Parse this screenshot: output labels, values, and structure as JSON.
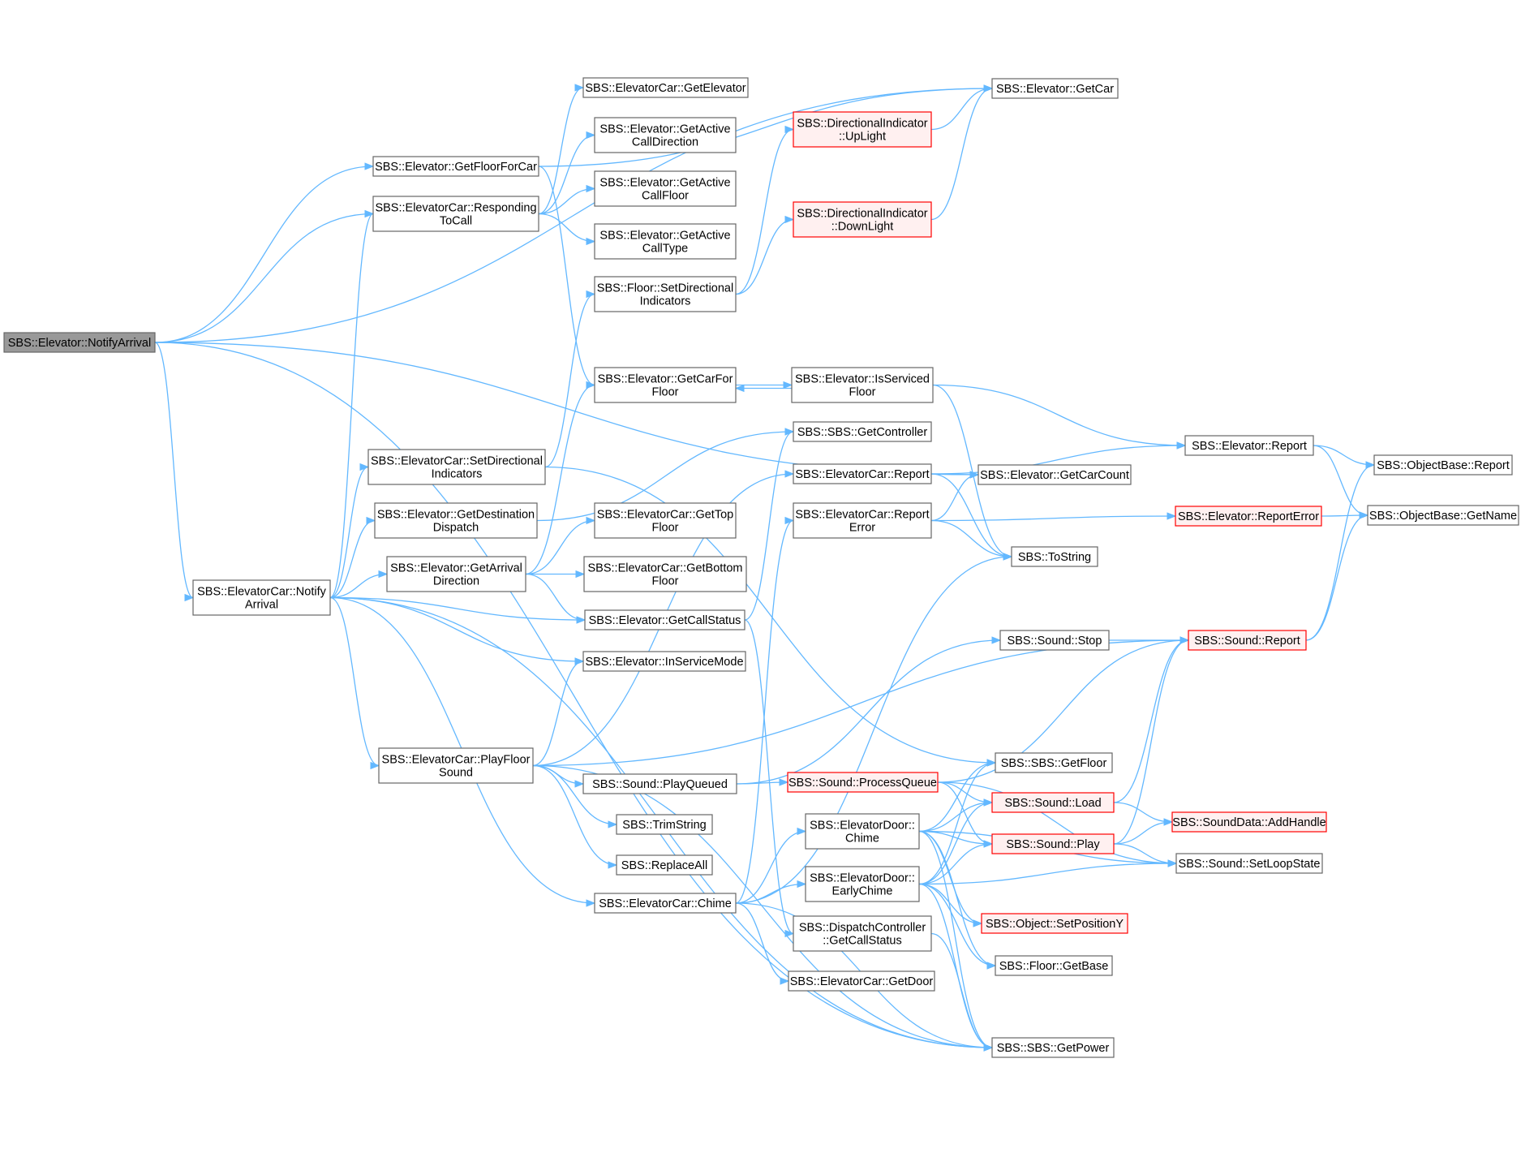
{
  "graph": {
    "root": "n0",
    "nodes": [
      {
        "id": "n0",
        "lines": [
          "SBS::Elevator::NotifyArrival"
        ],
        "style": "root"
      },
      {
        "id": "n1",
        "lines": [
          "SBS::Elevator::GetCar"
        ],
        "style": "normal"
      },
      {
        "id": "n2",
        "lines": [
          "SBS::Elevator::GetFloorForCar"
        ],
        "style": "normal"
      },
      {
        "id": "n3",
        "lines": [
          "SBS::ElevatorCar::Responding",
          "ToCall"
        ],
        "style": "normal"
      },
      {
        "id": "n4",
        "lines": [
          "SBS::Elevator::GetCarCount"
        ],
        "style": "normal"
      },
      {
        "id": "n5",
        "lines": [
          "SBS::ElevatorCar::Notify",
          "Arrival"
        ],
        "style": "normal"
      },
      {
        "id": "n6",
        "lines": [
          "SBS::SBS::GetPower"
        ],
        "style": "normal"
      },
      {
        "id": "n7",
        "lines": [
          "SBS::Elevator::GetCarFor",
          "Floor"
        ],
        "style": "normal"
      },
      {
        "id": "n8",
        "lines": [
          "SBS::ElevatorCar::GetElevator"
        ],
        "style": "normal"
      },
      {
        "id": "n9",
        "lines": [
          "SBS::Elevator::GetActive",
          "CallDirection"
        ],
        "style": "normal"
      },
      {
        "id": "n10",
        "lines": [
          "SBS::Elevator::GetActive",
          "CallFloor"
        ],
        "style": "normal"
      },
      {
        "id": "n11",
        "lines": [
          "SBS::Elevator::GetActive",
          "CallType"
        ],
        "style": "normal"
      },
      {
        "id": "n12",
        "lines": [
          "SBS::ElevatorCar::SetDirectional",
          "Indicators"
        ],
        "style": "normal"
      },
      {
        "id": "n13",
        "lines": [
          "SBS::Elevator::GetDestination",
          "Dispatch"
        ],
        "style": "normal"
      },
      {
        "id": "n14",
        "lines": [
          "SBS::Elevator::GetArrival",
          "Direction"
        ],
        "style": "normal"
      },
      {
        "id": "n15",
        "lines": [
          "SBS::Elevator::GetCallStatus"
        ],
        "style": "normal"
      },
      {
        "id": "n16",
        "lines": [
          "SBS::Elevator::InServiceMode"
        ],
        "style": "normal"
      },
      {
        "id": "n17",
        "lines": [
          "SBS::ElevatorCar::PlayFloor",
          "Sound"
        ],
        "style": "normal"
      },
      {
        "id": "n18",
        "lines": [
          "SBS::ElevatorCar::Chime"
        ],
        "style": "normal"
      },
      {
        "id": "n19",
        "lines": [
          "SBS::Floor::SetDirectional",
          "Indicators"
        ],
        "style": "normal"
      },
      {
        "id": "n20",
        "lines": [
          "SBS::DirectionalIndicator",
          "::UpLight"
        ],
        "style": "trunc"
      },
      {
        "id": "n21",
        "lines": [
          "SBS::DirectionalIndicator",
          "::DownLight"
        ],
        "style": "trunc"
      },
      {
        "id": "n22",
        "lines": [
          "SBS::Elevator::IsServiced",
          "Floor"
        ],
        "style": "normal"
      },
      {
        "id": "n23",
        "lines": [
          "SBS::Elevator::Report"
        ],
        "style": "normal"
      },
      {
        "id": "n24",
        "lines": [
          "SBS::ToString"
        ],
        "style": "normal"
      },
      {
        "id": "n25",
        "lines": [
          "SBS::ObjectBase::Report"
        ],
        "style": "normal"
      },
      {
        "id": "n26",
        "lines": [
          "SBS::ObjectBase::GetName"
        ],
        "style": "normal"
      },
      {
        "id": "n27",
        "lines": [
          "SBS::SBS::GetFloor"
        ],
        "style": "normal"
      },
      {
        "id": "n28",
        "lines": [
          "SBS::SBS::GetController"
        ],
        "style": "normal"
      },
      {
        "id": "n29",
        "lines": [
          "SBS::ElevatorCar::Report"
        ],
        "style": "normal"
      },
      {
        "id": "n30",
        "lines": [
          "SBS::ElevatorCar::Report",
          "Error"
        ],
        "style": "normal"
      },
      {
        "id": "n31",
        "lines": [
          "SBS::Elevator::ReportError"
        ],
        "style": "trunc"
      },
      {
        "id": "n32",
        "lines": [
          "SBS::ElevatorCar::GetTop",
          "Floor"
        ],
        "style": "normal"
      },
      {
        "id": "n33",
        "lines": [
          "SBS::ElevatorCar::GetBottom",
          "Floor"
        ],
        "style": "normal"
      },
      {
        "id": "n34",
        "lines": [
          "SBS::DispatchController",
          "::GetCallStatus"
        ],
        "style": "normal"
      },
      {
        "id": "n35",
        "lines": [
          "SBS::Sound::Report"
        ],
        "style": "trunc"
      },
      {
        "id": "n36",
        "lines": [
          "SBS::Sound::PlayQueued"
        ],
        "style": "normal"
      },
      {
        "id": "n37",
        "lines": [
          "SBS::TrimString"
        ],
        "style": "normal"
      },
      {
        "id": "n38",
        "lines": [
          "SBS::ReplaceAll"
        ],
        "style": "normal"
      },
      {
        "id": "n39",
        "lines": [
          "SBS::Sound::Stop"
        ],
        "style": "normal"
      },
      {
        "id": "n40",
        "lines": [
          "SBS::Sound::ProcessQueue"
        ],
        "style": "trunc"
      },
      {
        "id": "n41",
        "lines": [
          "SBS::Sound::Load"
        ],
        "style": "trunc"
      },
      {
        "id": "n42",
        "lines": [
          "SBS::Sound::Play"
        ],
        "style": "trunc"
      },
      {
        "id": "n43",
        "lines": [
          "SBS::Sound::SetLoopState"
        ],
        "style": "normal"
      },
      {
        "id": "n44",
        "lines": [
          "SBS::SoundData::AddHandle"
        ],
        "style": "trunc"
      },
      {
        "id": "n45",
        "lines": [
          "SBS::ElevatorDoor::",
          "Chime"
        ],
        "style": "normal"
      },
      {
        "id": "n46",
        "lines": [
          "SBS::ElevatorDoor::",
          "EarlyChime"
        ],
        "style": "normal"
      },
      {
        "id": "n47",
        "lines": [
          "SBS::ElevatorCar::GetDoor"
        ],
        "style": "normal"
      },
      {
        "id": "n48",
        "lines": [
          "SBS::Object::SetPositionY"
        ],
        "style": "trunc"
      },
      {
        "id": "n49",
        "lines": [
          "SBS::Floor::GetBase"
        ],
        "style": "normal"
      }
    ],
    "edges": [
      [
        "n0",
        "n1"
      ],
      [
        "n0",
        "n2"
      ],
      [
        "n0",
        "n3"
      ],
      [
        "n0",
        "n4"
      ],
      [
        "n0",
        "n5"
      ],
      [
        "n0",
        "n6"
      ],
      [
        "n2",
        "n1"
      ],
      [
        "n2",
        "n7"
      ],
      [
        "n3",
        "n8"
      ],
      [
        "n3",
        "n9"
      ],
      [
        "n3",
        "n10"
      ],
      [
        "n3",
        "n11"
      ],
      [
        "n5",
        "n3"
      ],
      [
        "n5",
        "n12"
      ],
      [
        "n5",
        "n13"
      ],
      [
        "n5",
        "n14"
      ],
      [
        "n5",
        "n15"
      ],
      [
        "n5",
        "n16"
      ],
      [
        "n5",
        "n17"
      ],
      [
        "n5",
        "n18"
      ],
      [
        "n5",
        "n6"
      ],
      [
        "n12",
        "n19"
      ],
      [
        "n12",
        "n27"
      ],
      [
        "n19",
        "n20"
      ],
      [
        "n19",
        "n21"
      ],
      [
        "n20",
        "n1"
      ],
      [
        "n21",
        "n1"
      ],
      [
        "n7",
        "n22"
      ],
      [
        "n22",
        "n7"
      ],
      [
        "n22",
        "n23"
      ],
      [
        "n22",
        "n24"
      ],
      [
        "n23",
        "n25"
      ],
      [
        "n23",
        "n26"
      ],
      [
        "n13",
        "n28"
      ],
      [
        "n14",
        "n7"
      ],
      [
        "n14",
        "n32"
      ],
      [
        "n14",
        "n33"
      ],
      [
        "n14",
        "n15"
      ],
      [
        "n15",
        "n28"
      ],
      [
        "n15",
        "n34"
      ],
      [
        "n17",
        "n16"
      ],
      [
        "n17",
        "n29"
      ],
      [
        "n17",
        "n35"
      ],
      [
        "n17",
        "n36"
      ],
      [
        "n17",
        "n37"
      ],
      [
        "n17",
        "n38"
      ],
      [
        "n17",
        "n6"
      ],
      [
        "n29",
        "n23"
      ],
      [
        "n29",
        "n4"
      ],
      [
        "n29",
        "n24"
      ],
      [
        "n30",
        "n31"
      ],
      [
        "n30",
        "n4"
      ],
      [
        "n30",
        "n24"
      ],
      [
        "n31",
        "n26"
      ],
      [
        "n35",
        "n25"
      ],
      [
        "n35",
        "n26"
      ],
      [
        "n36",
        "n39"
      ],
      [
        "n36",
        "n40"
      ],
      [
        "n39",
        "n35"
      ],
      [
        "n40",
        "n35"
      ],
      [
        "n40",
        "n41"
      ],
      [
        "n40",
        "n42"
      ],
      [
        "n40",
        "n43"
      ],
      [
        "n41",
        "n35"
      ],
      [
        "n41",
        "n44"
      ],
      [
        "n42",
        "n35"
      ],
      [
        "n42",
        "n44"
      ],
      [
        "n42",
        "n43"
      ],
      [
        "n18",
        "n30"
      ],
      [
        "n18",
        "n24"
      ],
      [
        "n18",
        "n45"
      ],
      [
        "n18",
        "n46"
      ],
      [
        "n18",
        "n47"
      ],
      [
        "n18",
        "n6"
      ],
      [
        "n45",
        "n27"
      ],
      [
        "n45",
        "n41"
      ],
      [
        "n45",
        "n42"
      ],
      [
        "n45",
        "n43"
      ],
      [
        "n45",
        "n48"
      ],
      [
        "n45",
        "n49"
      ],
      [
        "n45",
        "n6"
      ],
      [
        "n46",
        "n27"
      ],
      [
        "n46",
        "n41"
      ],
      [
        "n46",
        "n42"
      ],
      [
        "n46",
        "n43"
      ],
      [
        "n46",
        "n48"
      ],
      [
        "n46",
        "n49"
      ],
      [
        "n46",
        "n6"
      ],
      [
        "n34",
        "n6"
      ]
    ]
  }
}
